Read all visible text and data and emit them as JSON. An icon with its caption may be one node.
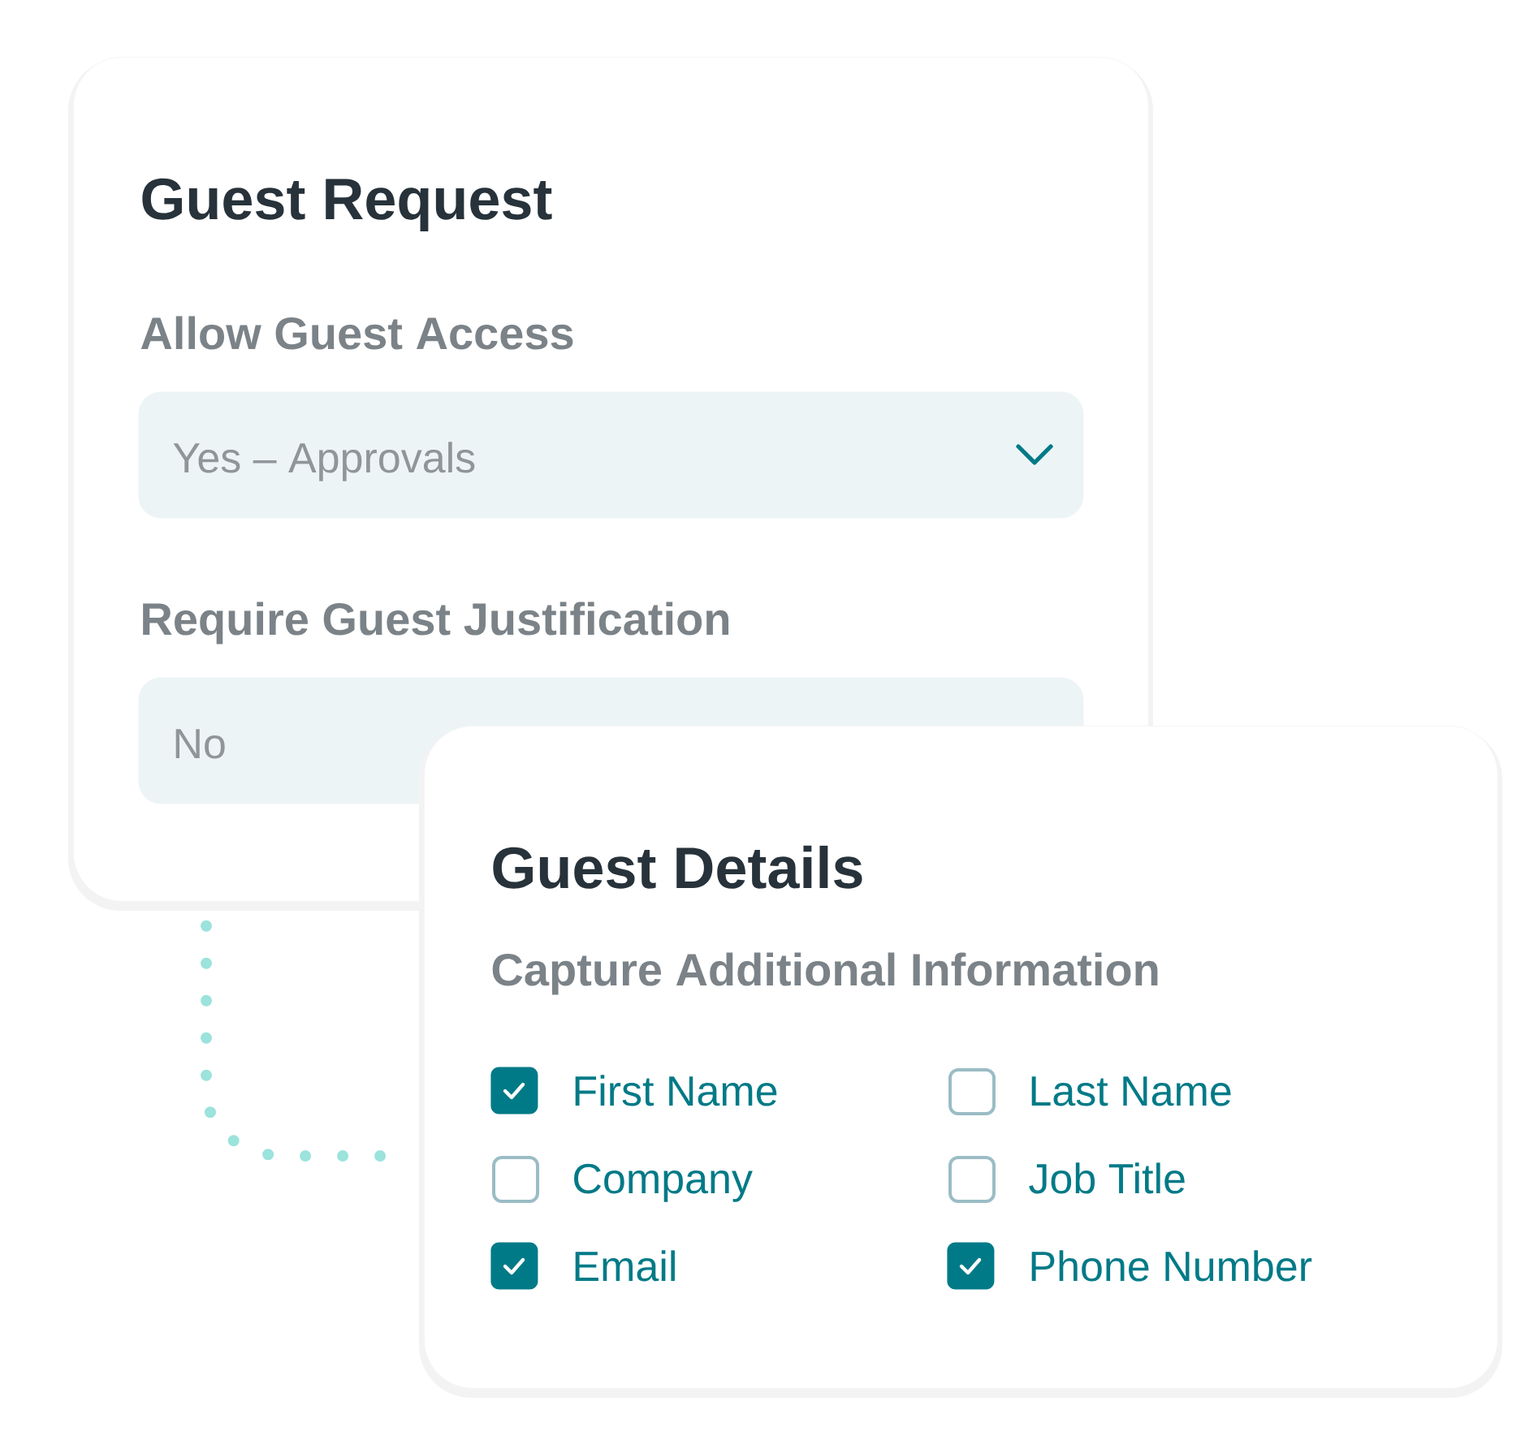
{
  "diagram": {
    "nodes": [
      {
        "text": [
          "Guest Request"
        ]
      },
      {
        "text": [
          "Allow Guest Access",
          "Yes – Approvals"
        ],
        "in": 0
      },
      {
        "text": [
          "Require Guest Justification",
          "No"
        ],
        "in": 0
      },
      {
        "text": [
          "Guest Details",
          "Capture Additional Information"
        ]
      },
      {
        "text": [
          "First Name"
        ],
        "in": 3
      },
      {
        "text": [
          "Last Name"
        ],
        "in": 3
      },
      {
        "text": [
          "Company"
        ],
        "in": 3
      },
      {
        "text": [
          "Job Title"
        ],
        "in": 3
      },
      {
        "text": [
          "Email"
        ],
        "in": 3
      },
      {
        "text": [
          "Phone Number"
        ],
        "in": 3
      }
    ],
    "edges": [
      {
        "from": 0,
        "to": 3,
        "arrow": "none",
        "style": "dashed",
        "color": "#9be3dc"
      }
    ]
  }
}
